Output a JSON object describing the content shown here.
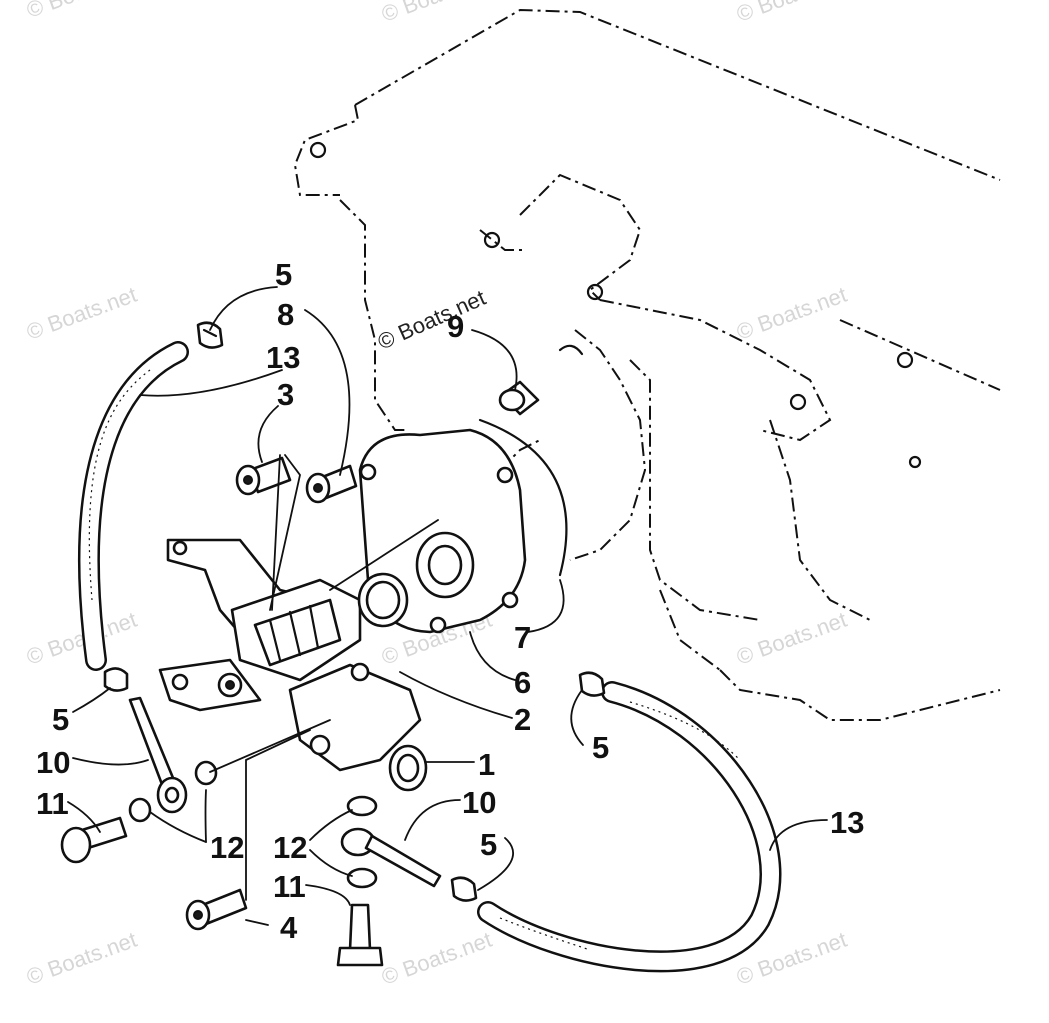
{
  "watermark": {
    "text": "© Boats.net",
    "main_text": "© Boats.net"
  },
  "callouts": {
    "c5a": "5",
    "c8": "8",
    "c13a": "13",
    "c3": "3",
    "c9": "9",
    "c7": "7",
    "c6": "6",
    "c2": "2",
    "c1": "1",
    "c5b": "5",
    "c10a": "10",
    "c11a": "11",
    "c12a": "12",
    "c12b": "12",
    "c10b": "10",
    "c5c": "5",
    "c11b": "11",
    "c4": "4",
    "c5d": "5",
    "c13b": "13"
  },
  "colors": {
    "ink": "#111111",
    "watermark": "#d6d6d6",
    "background": "#ffffff"
  }
}
